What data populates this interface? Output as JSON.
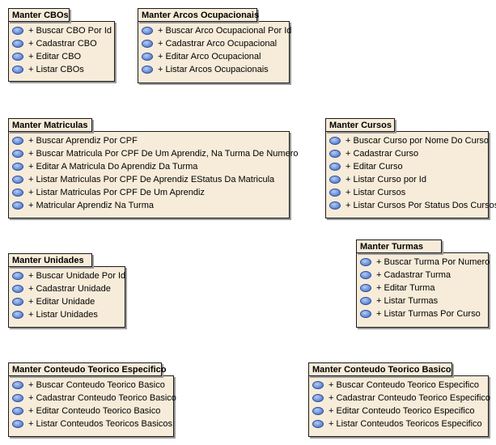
{
  "packages": [
    {
      "id": "cbos",
      "title": "Manter CBOs",
      "items": [
        "+ Buscar CBO Por Id",
        "+ Cadastrar CBO",
        "+ Editar CBO",
        "+ Listar CBOs"
      ]
    },
    {
      "id": "arcos",
      "title": "Manter Arcos Ocupacionais",
      "items": [
        "+ Buscar Arco Ocupacional Por Id",
        "+ Cadastrar Arco Ocupacional",
        "+ Editar Arco Ocupacional",
        "+ Listar Arcos Ocupacionais"
      ]
    },
    {
      "id": "matriculas",
      "title": "Manter Matriculas",
      "items": [
        "+ Buscar Aprendiz Por CPF",
        "+ Buscar Matricula Por CPF De Um Aprendiz, Na Turma De Numero",
        "+ Editar A Matricula Do Aprendiz Da Turma",
        "+ Listar Matriculas Por CPF De Aprendiz EStatus Da Matricula",
        "+ Listar Matriculas Por CPF De Um Aprendiz",
        "+ Matricular Aprendiz Na Turma"
      ]
    },
    {
      "id": "cursos",
      "title": "Manter Cursos",
      "items": [
        "+ Buscar Curso por Nome Do Curso",
        "+ Cadastrar Curso",
        "+ Editar Curso",
        "+ Listar Curso por Id",
        "+ Listar Cursos",
        "+ Listar Cursos Por Status Dos Cursos"
      ]
    },
    {
      "id": "unidades",
      "title": "Manter Unidades",
      "items": [
        "+ Buscar Unidade Por Id",
        "+ Cadastrar Unidade",
        "+ Editar Unidade",
        "+ Listar Unidades"
      ]
    },
    {
      "id": "turmas",
      "title": "Manter Turmas",
      "items": [
        "+ Buscar Turma Por Numero",
        "+ Cadastrar Turma",
        "+ Editar Turma",
        "+ Listar Turmas",
        "+ Listar Turmas Por Curso"
      ]
    },
    {
      "id": "conteudo-especifico",
      "title": "Manter Conteudo Teorico Especifico",
      "items": [
        "+ Buscar Conteudo Teorico Basico",
        "+ Cadastrar Conteudo Teorico Basico",
        "+ Editar Conteudo Teorico Basico",
        "+ Listar Conteudos Teoricos Basicos"
      ]
    },
    {
      "id": "conteudo-basico",
      "title": "Manter Conteudo Teorico Basico",
      "items": [
        "+ Buscar Conteudo Teorico Especifico",
        "+ Cadastrar Conteudo Teorico Especifico",
        "+ Editar Conteudo Teorico Especifico",
        "+ Listar Conteudos Teoricos Especifico"
      ]
    }
  ]
}
